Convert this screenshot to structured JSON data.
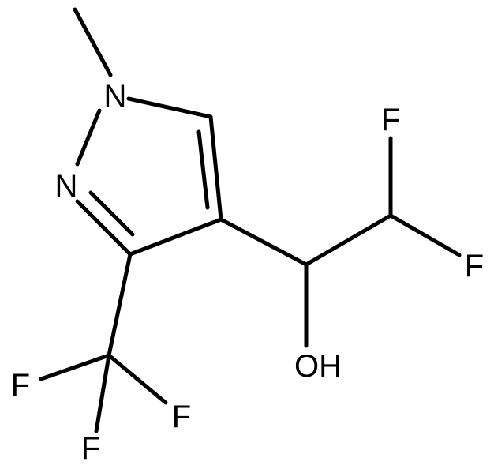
{
  "diagram": {
    "atoms": [
      {
        "id": "N1",
        "label": "N"
      },
      {
        "id": "N2",
        "label": "N"
      },
      {
        "id": "O",
        "label": "OH"
      },
      {
        "id": "F1",
        "label": "F"
      },
      {
        "id": "F2",
        "label": "F"
      },
      {
        "id": "F3",
        "label": "F"
      },
      {
        "id": "F4",
        "label": "F"
      },
      {
        "id": "F5",
        "label": "F"
      }
    ],
    "colors": {
      "bond": "#000000",
      "text": "#000000",
      "background": "#ffffff"
    }
  }
}
